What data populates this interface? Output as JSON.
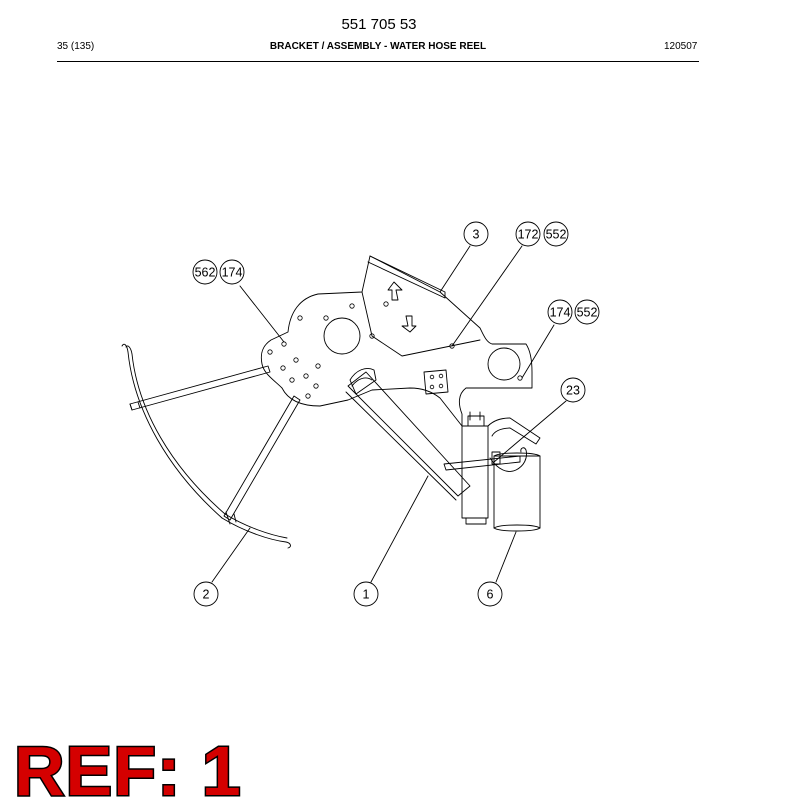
{
  "header": {
    "doc_number": "551 705 53",
    "page": "35 (135)",
    "title": "BRACKET / ASSEMBLY - WATER HOSE REEL",
    "date": "120507"
  },
  "callouts": {
    "c3": "3",
    "c172": "172",
    "c552a": "552",
    "c562": "562",
    "c174a": "174",
    "c174b": "174",
    "c552b": "552",
    "c23": "23",
    "c2": "2",
    "c1": "1",
    "c6": "6"
  },
  "ref_stamp": "REF: 1"
}
